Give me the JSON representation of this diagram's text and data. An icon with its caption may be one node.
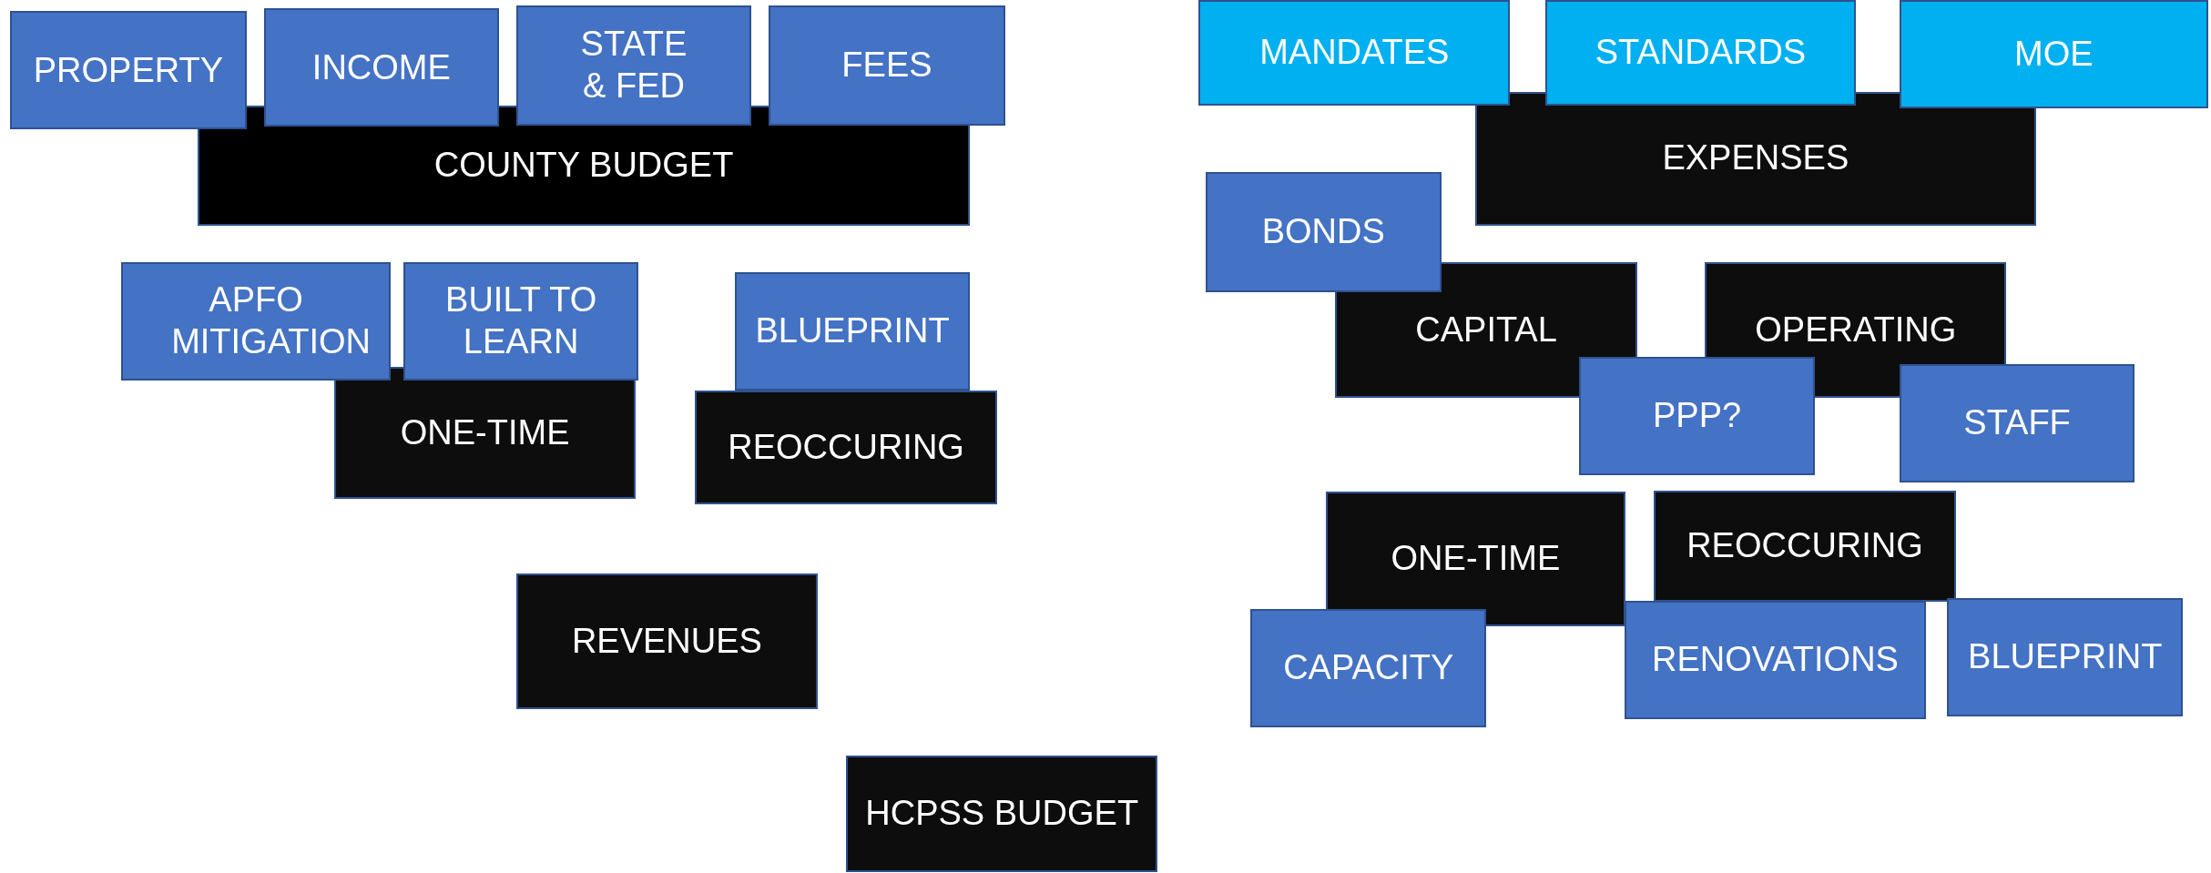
{
  "diagram": {
    "nodes": [
      {
        "text": [
          "PROPERTY"
        ]
      },
      {
        "text": [
          "INCOME"
        ]
      },
      {
        "text": [
          "STATE & FED"
        ]
      },
      {
        "text": [
          "FEES"
        ]
      },
      {
        "text": [
          "MANDATES"
        ]
      },
      {
        "text": [
          "STANDARDS"
        ]
      },
      {
        "text": [
          "MOE"
        ]
      },
      {
        "text": [
          "COUNTY BUDGET"
        ]
      },
      {
        "text": [
          "EXPENSES"
        ]
      },
      {
        "text": [
          "BONDS"
        ]
      },
      {
        "text": [
          "APFO MITIGATION"
        ]
      },
      {
        "text": [
          "BUILT TO LEARN"
        ]
      },
      {
        "text": [
          "BLUEPRINT"
        ]
      },
      {
        "text": [
          "CAPITAL"
        ]
      },
      {
        "text": [
          "OPERATING"
        ]
      },
      {
        "text": [
          "ONE-TIME"
        ]
      },
      {
        "text": [
          "REOCCURING"
        ]
      },
      {
        "text": [
          "PPP?"
        ]
      },
      {
        "text": [
          "STAFF"
        ]
      },
      {
        "text": [
          "ONE-TIME"
        ]
      },
      {
        "text": [
          "REOCCURING"
        ]
      },
      {
        "text": [
          "REVENUES"
        ]
      },
      {
        "text": [
          "CAPACITY"
        ]
      },
      {
        "text": [
          "RENOVATIONS"
        ]
      },
      {
        "text": [
          "BLUEPRINT"
        ]
      },
      {
        "text": [
          "HCPSS BUDGET"
        ]
      }
    ]
  }
}
